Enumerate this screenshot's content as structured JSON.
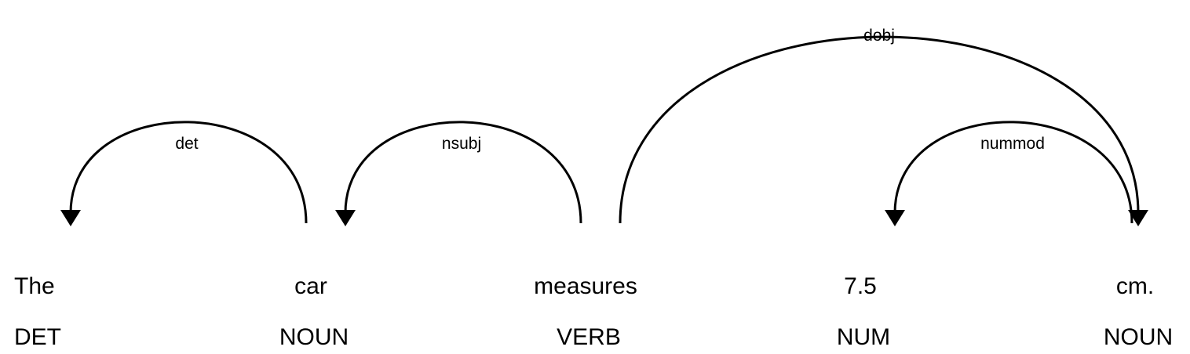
{
  "tokens": [
    {
      "text": "The",
      "tag": "DET"
    },
    {
      "text": "car",
      "tag": "NOUN"
    },
    {
      "text": "measures",
      "tag": "VERB"
    },
    {
      "text": "7.5",
      "tag": "NUM"
    },
    {
      "text": "cm.",
      "tag": "NOUN"
    }
  ],
  "arcs": [
    {
      "label": "det",
      "from": 1,
      "to": 0
    },
    {
      "label": "nsubj",
      "from": 2,
      "to": 1
    },
    {
      "label": "dobj",
      "from": 2,
      "to": 4
    },
    {
      "label": "nummod",
      "from": 4,
      "to": 3
    }
  ],
  "colors": {
    "ink": "#000000",
    "background": "#ffffff"
  }
}
